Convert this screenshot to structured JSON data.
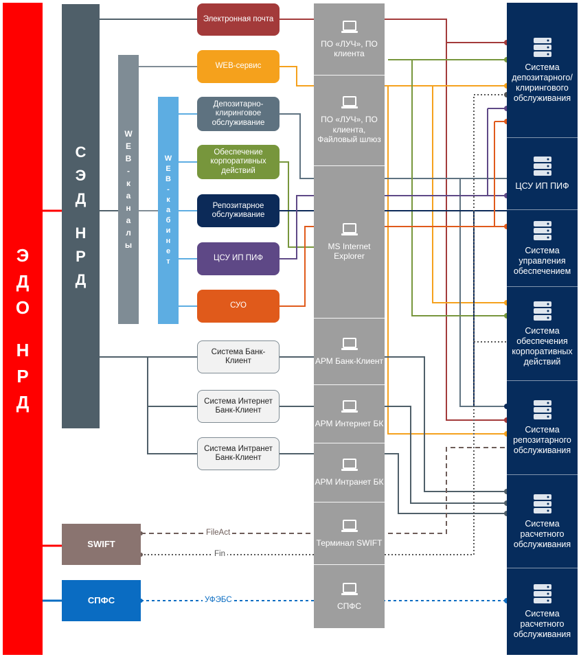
{
  "edo": {
    "letters": [
      "Э",
      "Д",
      "О",
      " ",
      "Н",
      "Р",
      "Д"
    ],
    "color": "#ff0000"
  },
  "sed": {
    "letters": [
      "С",
      "Э",
      "Д",
      " ",
      "Н",
      "Р",
      "Д"
    ],
    "color": "#4f5f69"
  },
  "web_channels": {
    "letters": [
      "W",
      "E",
      "B",
      "-",
      "к",
      "а",
      "н",
      "а",
      "л",
      "ы"
    ],
    "color": "#7f8c95"
  },
  "web_cabinet": {
    "letters": [
      "W",
      "E",
      "B",
      "-",
      "к",
      "а",
      "б",
      "и",
      "н",
      "е",
      "т"
    ],
    "color": "#5dade2"
  },
  "services": [
    {
      "id": "email",
      "label": "Электронная почта",
      "color": "#a33a3a"
    },
    {
      "id": "web",
      "label": "WEB-сервис",
      "color": "#f5a11c"
    },
    {
      "id": "depo",
      "label": "Депозитарно-клиринговое обслуживание",
      "color": "#5e7280"
    },
    {
      "id": "corp",
      "label": "Обеспечение корпоративных действий",
      "color": "#77963c"
    },
    {
      "id": "repo",
      "label": "Репозитарное обслуживание",
      "color": "#0c2a58"
    },
    {
      "id": "csu",
      "label": "ЦСУ ИП ПИФ",
      "color": "#5e4886"
    },
    {
      "id": "suo",
      "label": "СУО",
      "color": "#e05a1b"
    },
    {
      "id": "bk",
      "label": "Система Банк-Клиент"
    },
    {
      "id": "ibk",
      "label": "Система Интернет Банк-Клиент"
    },
    {
      "id": "intrabk",
      "label": "Система Интранет Банк-Клиент"
    }
  ],
  "swift": {
    "label": "SWIFT",
    "color": "#8a7470"
  },
  "spfs": {
    "label": "СПФС",
    "color": "#0a6cc2"
  },
  "software_column": {
    "color": "#9e9e9e",
    "items": [
      {
        "label": "ПО «ЛУЧ», ПО клиента"
      },
      {
        "label": "ПО «ЛУЧ», ПО клиента, Файловый шлюз"
      },
      {
        "label": "MS Internet Explorer"
      },
      {
        "label": "АРМ Банк-Клиент"
      },
      {
        "label": "АРМ Интернет БК"
      },
      {
        "label": "АРМ Интранет БК"
      },
      {
        "label": "Терминал SWIFT"
      },
      {
        "label": "СПФС"
      }
    ]
  },
  "systems_column": {
    "color": "#062c5c",
    "items": [
      {
        "label": "Система депозитарного/ клирингового обслуживания"
      },
      {
        "label": "ЦСУ ИП ПИФ"
      },
      {
        "label": "Система управления обеспечением"
      },
      {
        "label": "Система обеспечения корпоративных действий"
      },
      {
        "label": "Система репозитарного обслуживания"
      },
      {
        "label": "Система расчетного обслуживания"
      },
      {
        "label": "Система расчетного обслуживания"
      }
    ]
  },
  "connections": {
    "fileact": "FileAct",
    "fin": "Fin",
    "ufebs": "УФЭБС"
  },
  "icons": {
    "laptop": "laptop-icon",
    "server": "server-icon"
  }
}
